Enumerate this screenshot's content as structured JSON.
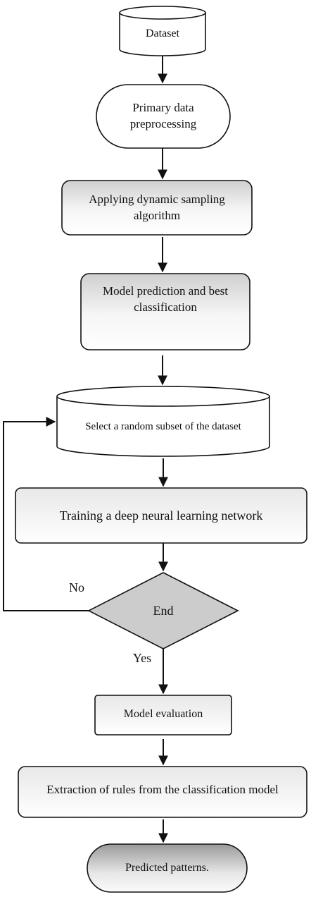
{
  "nodes": {
    "dataset": "Dataset",
    "preprocessing": "Primary data preprocessing",
    "sampling": "Applying dynamic sampling algorithm",
    "prediction": "Model prediction and best classification",
    "subset": "Select a random subset of the dataset",
    "training": "Training a deep neural learning network",
    "end": "End",
    "evaluation": "Model evaluation",
    "extraction": "Extraction of rules from the classification model",
    "patterns": "Predicted patterns."
  },
  "edges": {
    "no": "No",
    "yes": "Yes"
  }
}
